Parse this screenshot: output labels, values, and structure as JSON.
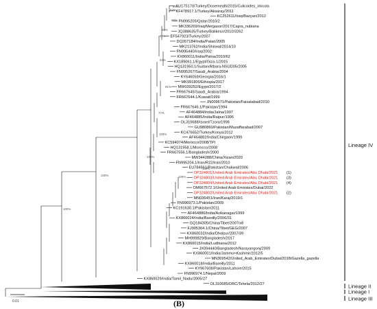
{
  "figure": {
    "panel_label": "(B)",
    "scale_label": "0.01"
  },
  "lineages": [
    "Lineage IV",
    "Lineage II",
    "Lineage I",
    "Lineage III"
  ],
  "taxa": [
    "KU175170/Turkey/Dosemealti/2015/Culicoides_imicola",
    "KF478917.1/Turkey/Aksaray/2011",
    "KC252611/Iraq/Bazyan/2012",
    "FN995205/Qatar/2010/2",
    "MK336269/Iraq/Mergasor/2017/Capra_nubiana",
    "JQ388635/Turkey/Balikesir/2010/3262",
    "EF547923/Turkey/2007",
    "DQ267184/India/Patan/2005",
    "MK213762/India/Shirwal/2014/10",
    "FN995440/Iraq/2002",
    "KX860011/India/Patna/2010/62",
    "KX189061.1/Egypt/Giza-1/2015",
    "HQ131950.1/Sudan/Atbara-NSUD05/2005",
    "FN995267/Saudi_Arabia/2004",
    "KY646059/Georgia/2016/1",
    "MK991800/Ethiopia/2017",
    "MW039252/Egypt/2017/2",
    "FR667645/Saudi_Arabia/1994",
    "FR667644.1/Kuwait/1999",
    "JN009671/Pakistan/Faisalabad/2010",
    "FR667646.1/Pakistan/1994",
    "AF464884/India/Jalna/1997",
    "AF464885/India/Raipur/1996",
    "OL310688/Israel/Tzora/1998",
    "GU980860/Pakistan/Muzaffarabad/2007",
    "KC476652/Turkey/Konya/2012",
    "AF464882/India/Chirgaon/1999",
    "KC594074/Morocco/2008/TPI",
    "HQ131958.1/Morocco/2008",
    "FR667556.1/Bangladesh/2000",
    "MW344288/China/Xizan/2020",
    "FN995204.1/Iran/R22/Iran/2010",
    "EU784661/Pakistan/Chakwal/2006",
    "OP324801/United Arab Emirates/Abu Dhabi/2021",
    "OP324803/United Arab Emirates/Abu Dhabi/2021",
    "OP324804/United Arab Emirates/Abu Dhabi/2021",
    "OM667572.1/United Arab Emirates/Dubai/2022",
    "OP324802/United Arab Emirates/Abu Dhabi/2021",
    "MN036451/Iran/Karaj/2019/1",
    "FN996973.1/Pakistan/2009",
    "KC191630.1/Pakistan/2011",
    "AF464886/India/Avikanagar/1999",
    "KX860024/India/Bareilly/2006/31",
    "GQ184305/China/Tibet/2007/x8",
    "FJ905304.1/China/Tibet/GEG/2007",
    "KX860032/India/Dholpur/2007/39",
    "MH999829/Bangladesh/2017",
    "KX860015/India/Ludhiana/2012",
    "JX094440/Bangladesh/Narayangonj/2009",
    "KX860001/India/Jammu+Kashmir/2012/5",
    "MN369542/United_Arab_Emirates/Dubai/2018/Gazella_gazella",
    "KX860018/India/Bareilly/2011",
    "KY967608/Pakistan/Lahore/2015",
    "FN996974.1/Nepal/2009",
    "KX860029/India/Tamil_Nadu/2005/27",
    "OL310685/DRC/Tshela/2012/27"
  ],
  "study_marks": [
    "(1)",
    "(3)",
    "(4)",
    "(2)"
  ],
  "bootstrap": [
    "86%",
    "84%",
    "99%",
    "98%",
    "99%",
    "84%",
    "77%",
    "91%",
    "100%",
    "100%",
    "100%",
    "100%",
    "100%",
    "100%"
  ],
  "colors": {
    "highlight": "#e0201b",
    "branch": "#111111"
  }
}
